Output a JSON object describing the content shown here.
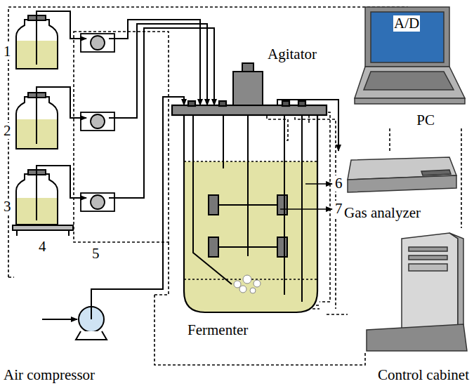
{
  "diagram": {
    "nodes": [
      {
        "text": [
          "PC"
        ]
      },
      {
        "text": [
          "Gas analyzer"
        ]
      },
      {
        "text": [
          "Fermenter"
        ]
      },
      {
        "text": [
          "Air compressor"
        ]
      },
      {
        "text": [
          "Control cabinet"
        ]
      }
    ],
    "edges": [
      {
        "from": 3,
        "to": 2,
        "arrow": "to"
      },
      {
        "from": 2,
        "to": 1,
        "arrow": "to"
      },
      {
        "from": 1,
        "to": 0,
        "arrow": "none"
      },
      {
        "from": 0,
        "to": 4,
        "arrow": "none"
      },
      {
        "from": 2,
        "to": 4,
        "arrow": "none"
      }
    ],
    "labels": [
      "A/D",
      "Agitator",
      "1",
      "2",
      "3",
      "4",
      "5",
      "6",
      "7"
    ]
  }
}
